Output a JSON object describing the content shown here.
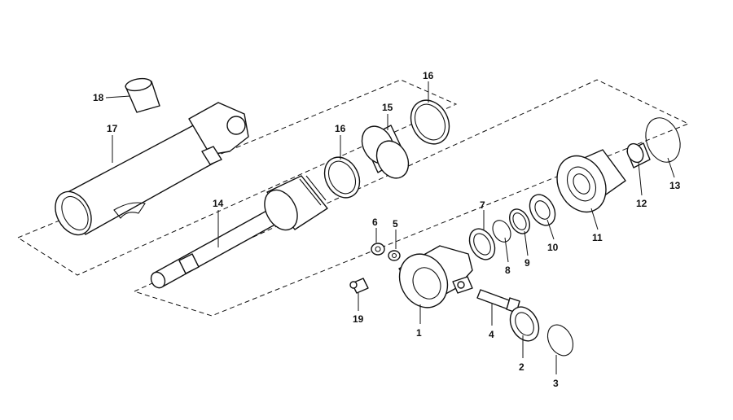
{
  "diagram": {
    "callouts": [
      {
        "id": "c1",
        "text": "1"
      },
      {
        "id": "c2",
        "text": "2"
      },
      {
        "id": "c3",
        "text": "3"
      },
      {
        "id": "c4",
        "text": "4"
      },
      {
        "id": "c5",
        "text": "5"
      },
      {
        "id": "c6",
        "text": "6"
      },
      {
        "id": "c7",
        "text": "7"
      },
      {
        "id": "c8",
        "text": "8"
      },
      {
        "id": "c9",
        "text": "9"
      },
      {
        "id": "c10",
        "text": "10"
      },
      {
        "id": "c11",
        "text": "11"
      },
      {
        "id": "c12",
        "text": "12"
      },
      {
        "id": "c13",
        "text": "13"
      },
      {
        "id": "c14",
        "text": "14"
      },
      {
        "id": "c15",
        "text": "15"
      },
      {
        "id": "c16a",
        "text": "16"
      },
      {
        "id": "c16b",
        "text": "16"
      },
      {
        "id": "c17",
        "text": "17"
      },
      {
        "id": "c18",
        "text": "18"
      },
      {
        "id": "c19",
        "text": "19"
      }
    ]
  }
}
